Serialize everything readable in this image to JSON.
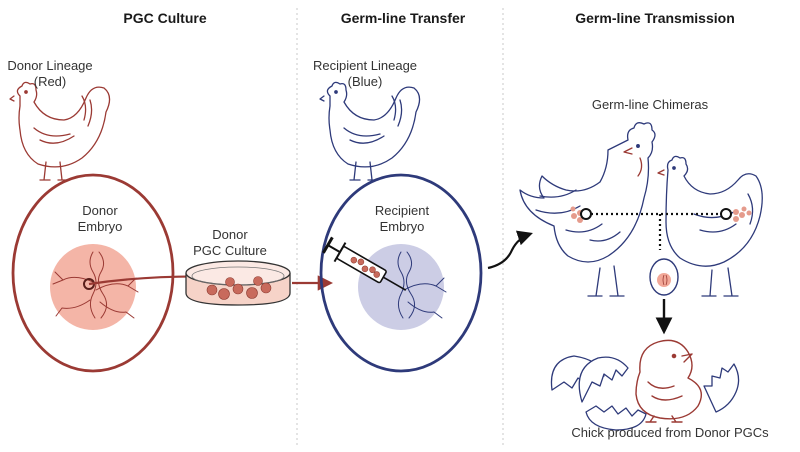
{
  "headers": {
    "pgc_culture": "PGC Culture",
    "germline_transfer": "Germ-line Transfer",
    "germline_transmission": "Germ-line Transmission"
  },
  "labels": {
    "donor_lineage": [
      "Donor Lineage",
      "(Red)"
    ],
    "recipient_lineage": [
      "Recipient Lineage",
      "(Blue)"
    ],
    "donor_embryo": [
      "Donor",
      "Embryo"
    ],
    "donor_pgc_culture": [
      "Donor",
      "PGC Culture"
    ],
    "recipient_embryo": [
      "Recipient",
      "Embryo"
    ],
    "germline_chimeras": "Germ-line Chimeras",
    "chick_result": "Chick produced from Donor PGCs"
  },
  "colors": {
    "donor_red": "#9b3a34",
    "donor_fill": "#f2a898",
    "recipient_blue": "#2e3a7a",
    "recipient_fill": "#c6c8e2",
    "divider": "#c8c8c8",
    "ink": "#1a1a1a"
  }
}
